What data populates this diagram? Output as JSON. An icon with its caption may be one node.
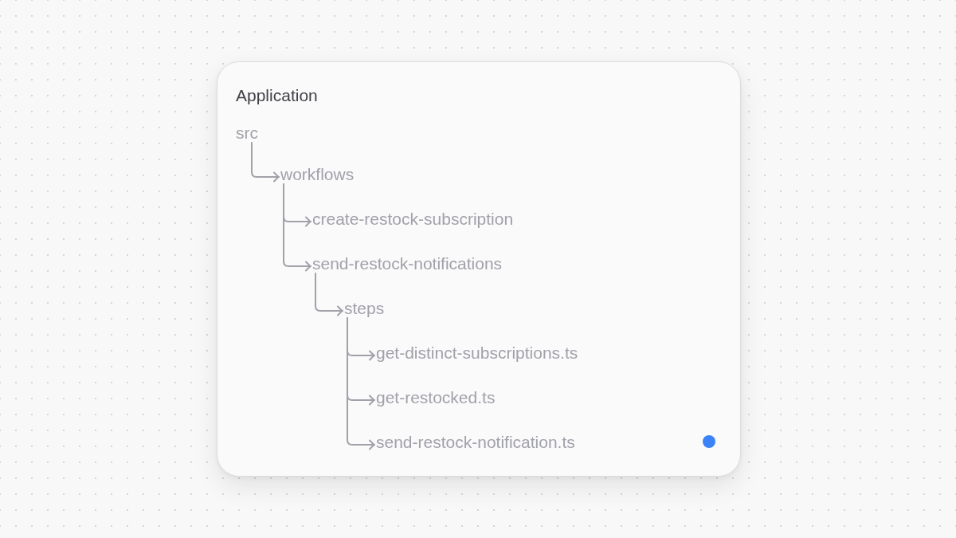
{
  "diagram": {
    "nodes": [
      {
        "text": [
          "Application"
        ]
      },
      {
        "text": [
          "src"
        ],
        "in": 0
      },
      {
        "text": [
          "workflows"
        ],
        "in": 0
      },
      {
        "text": [
          "create-restock-subscription"
        ],
        "in": 0
      },
      {
        "text": [
          "send-restock-notifications"
        ],
        "in": 0
      },
      {
        "text": [
          "steps"
        ],
        "in": 0
      },
      {
        "text": [
          "get-distinct-subscriptions.ts"
        ],
        "in": 0
      },
      {
        "text": [
          "get-restocked.ts"
        ],
        "in": 0
      },
      {
        "text": [
          "send-restock-notification.ts"
        ],
        "in": 0
      }
    ],
    "edges": [
      {
        "from": 1,
        "to": 2,
        "arrow": "to"
      },
      {
        "from": 2,
        "to": 3,
        "arrow": "to"
      },
      {
        "from": 2,
        "to": 4,
        "arrow": "to"
      },
      {
        "from": 4,
        "to": 5,
        "arrow": "to"
      },
      {
        "from": 5,
        "to": 6,
        "arrow": "to"
      },
      {
        "from": 5,
        "to": 7,
        "arrow": "to"
      },
      {
        "from": 5,
        "to": 8,
        "arrow": "to"
      }
    ]
  }
}
